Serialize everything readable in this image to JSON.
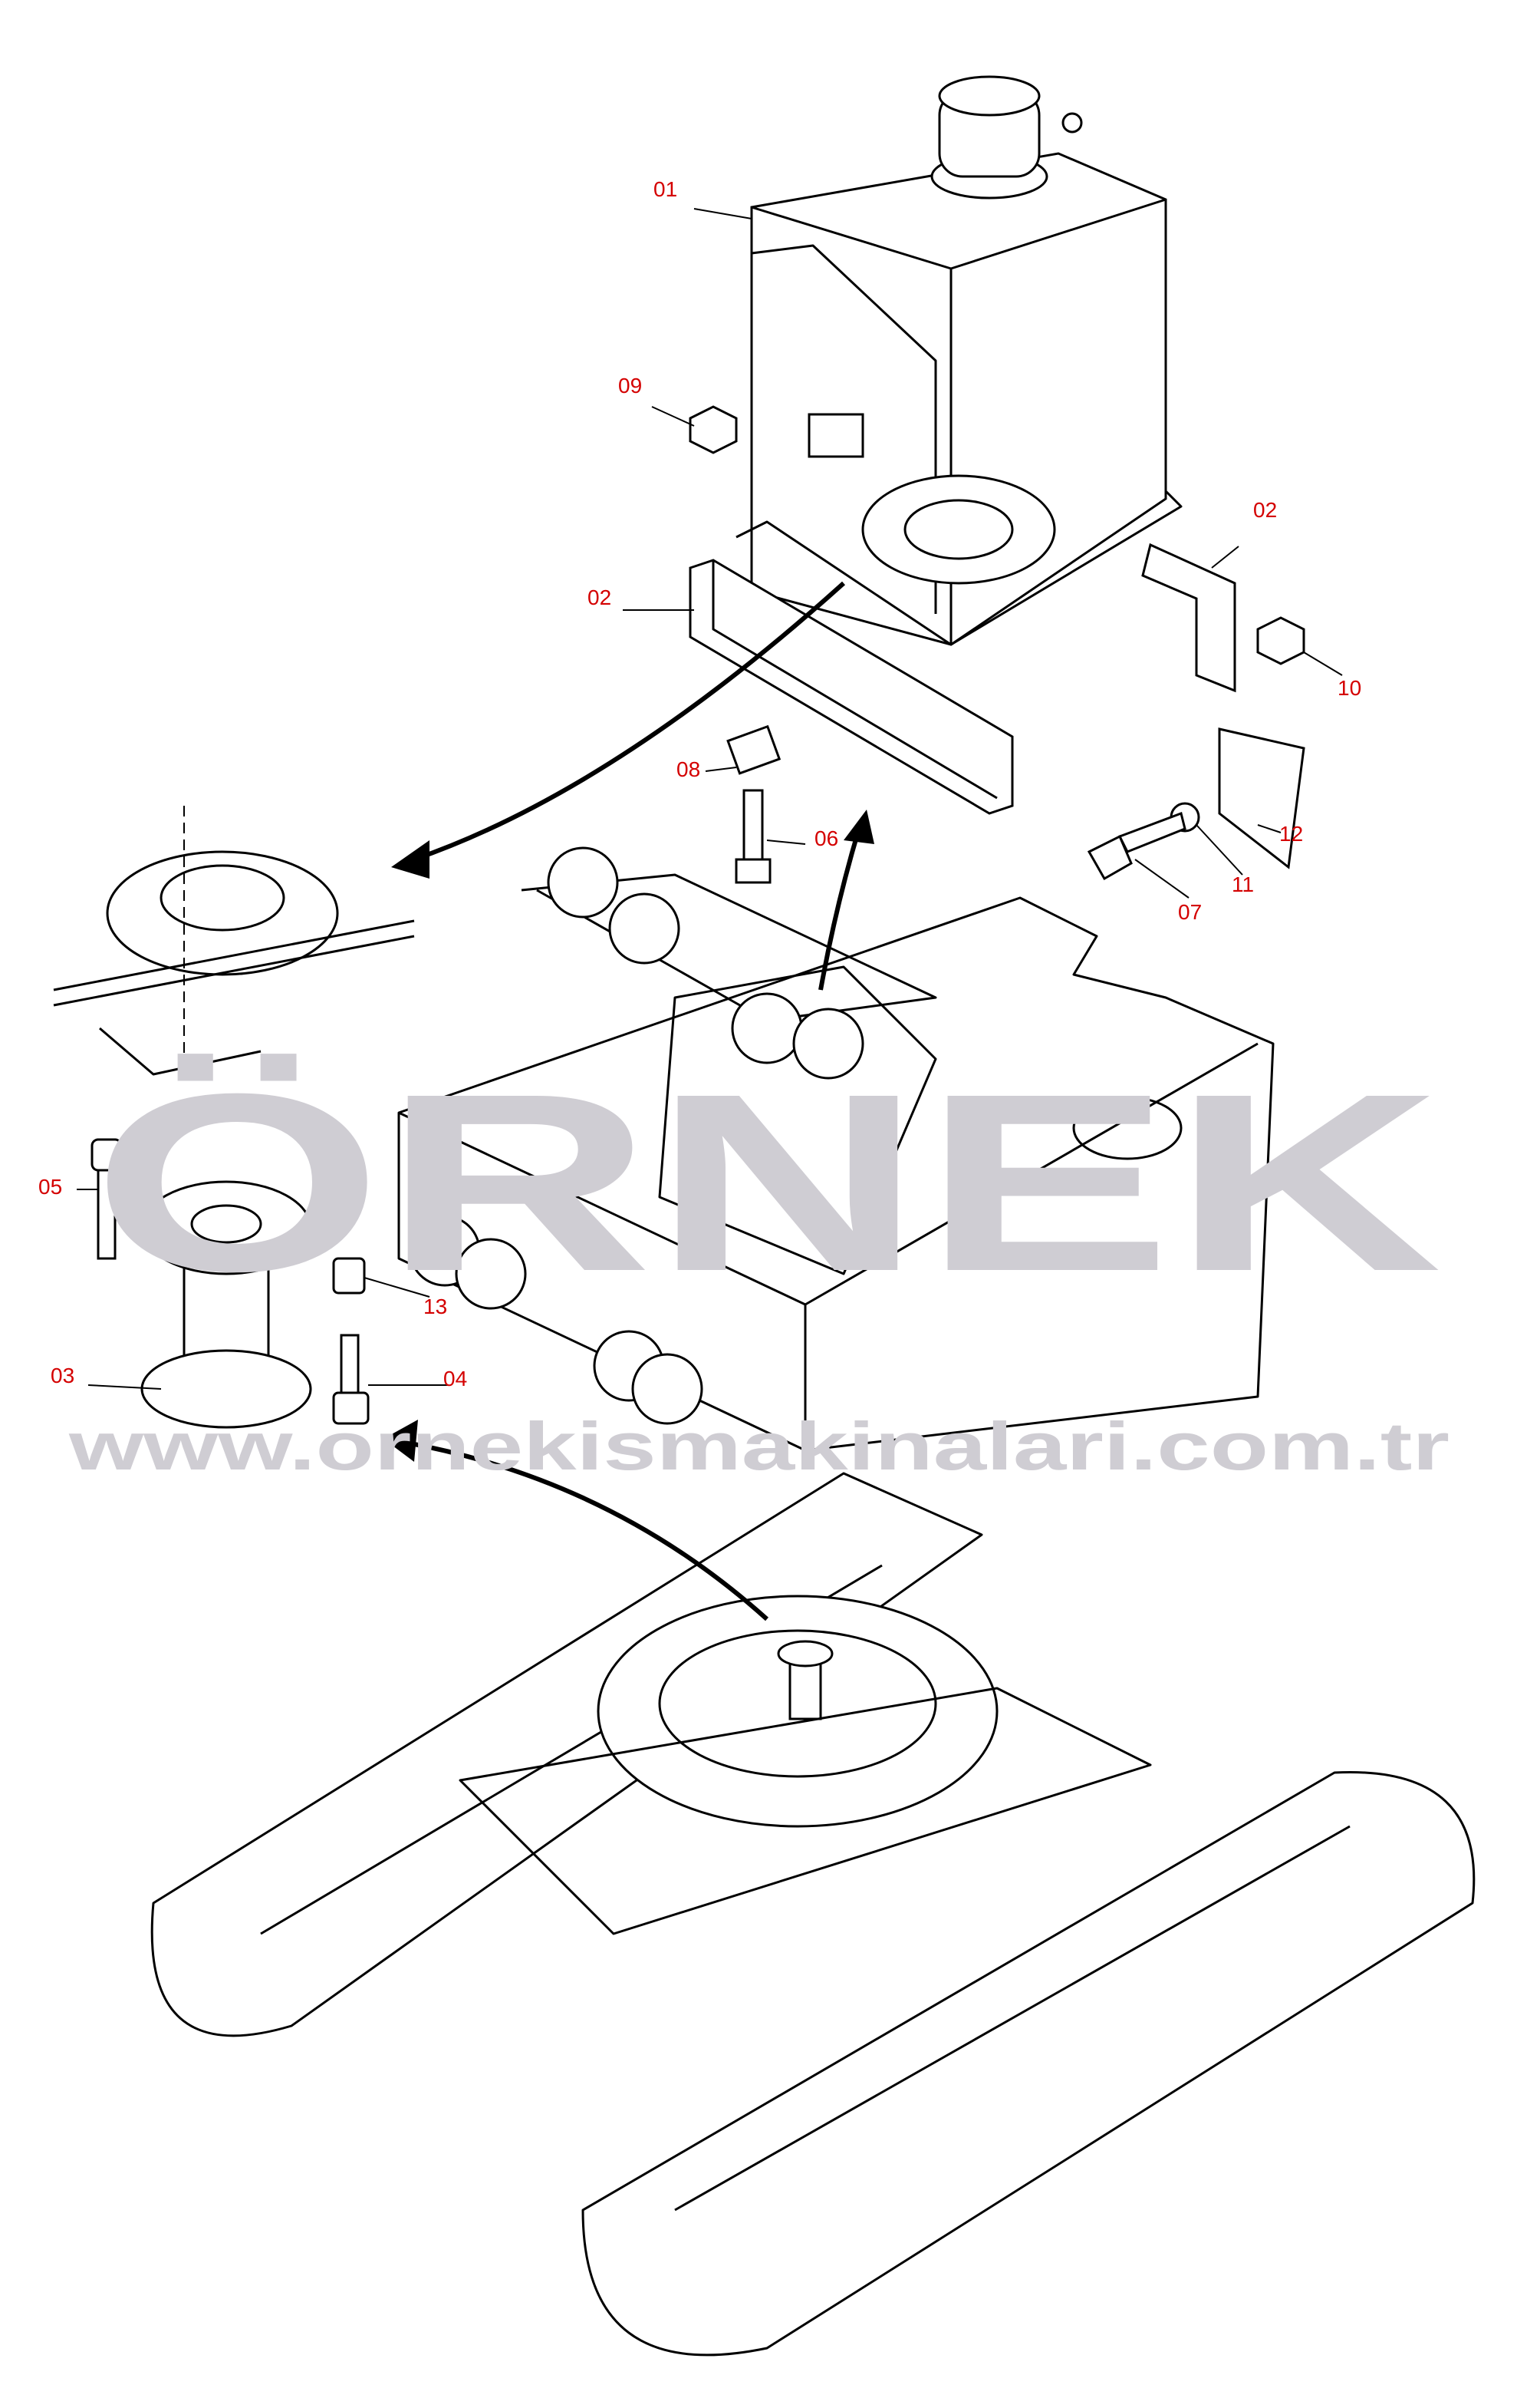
{
  "watermark": {
    "brand": "ÖRNEK",
    "url": "www.ornekismakinalari.com.tr"
  },
  "colors": {
    "label": "#d40000",
    "watermark": "#cfcdd3",
    "line": "#000000"
  },
  "callouts": {
    "p01": "01",
    "p09": "09",
    "p02a": "02",
    "p02b": "02",
    "p10": "10",
    "p08": "08",
    "p06": "06",
    "p12": "12",
    "p11": "11",
    "p07": "07",
    "p05": "05",
    "p13": "13",
    "p03": "03",
    "p04": "04"
  }
}
